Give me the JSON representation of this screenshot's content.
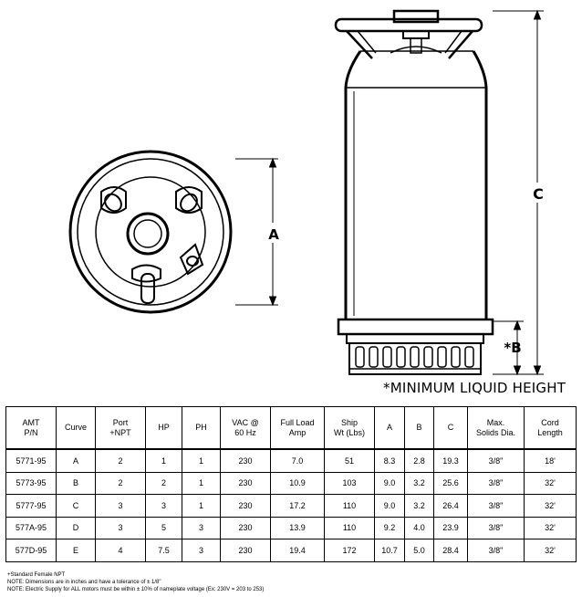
{
  "dimension_labels": {
    "a": "A",
    "b": "*B",
    "c": "C"
  },
  "min_liquid_height": "*MINIMUM LIQUID HEIGHT",
  "table": {
    "headers": [
      "AMT\nP/N",
      "Curve",
      "Port\n+NPT",
      "HP",
      "PH",
      "VAC @\n60 Hz",
      "Full Load\nAmp",
      "Ship\nWt (Lbs)",
      "A",
      "B",
      "C",
      "Max.\nSolids Dia.",
      "Cord\nLength"
    ],
    "rows": [
      [
        "5771-95",
        "A",
        "2",
        "1",
        "1",
        "230",
        "7.0",
        "51",
        "8.3",
        "2.8",
        "19.3",
        "3/8\"",
        "18'"
      ],
      [
        "5773-95",
        "B",
        "2",
        "2",
        "1",
        "230",
        "10.9",
        "103",
        "9.0",
        "3.2",
        "25.6",
        "3/8\"",
        "32'"
      ],
      [
        "5777-95",
        "C",
        "3",
        "3",
        "1",
        "230",
        "17.2",
        "110",
        "9.0",
        "3.2",
        "26.4",
        "3/8\"",
        "32'"
      ],
      [
        "577A-95",
        "D",
        "3",
        "5",
        "3",
        "230",
        "13.9",
        "110",
        "9.2",
        "4.0",
        "23.9",
        "3/8\"",
        "32'"
      ],
      [
        "577D-95",
        "E",
        "4",
        "7.5",
        "3",
        "230",
        "19.4",
        "172",
        "10.7",
        "5.0",
        "28.4",
        "3/8\"",
        "32'"
      ]
    ]
  },
  "notes": [
    "+Standard Female NPT",
    "NOTE: Dimensions are in inches and have a tolerance of ± 1/8\"",
    "NOTE: Electric Supply for ALL motors must be within ± 10% of nameplate voltage (Ex: 230V = 203 to 253)"
  ]
}
